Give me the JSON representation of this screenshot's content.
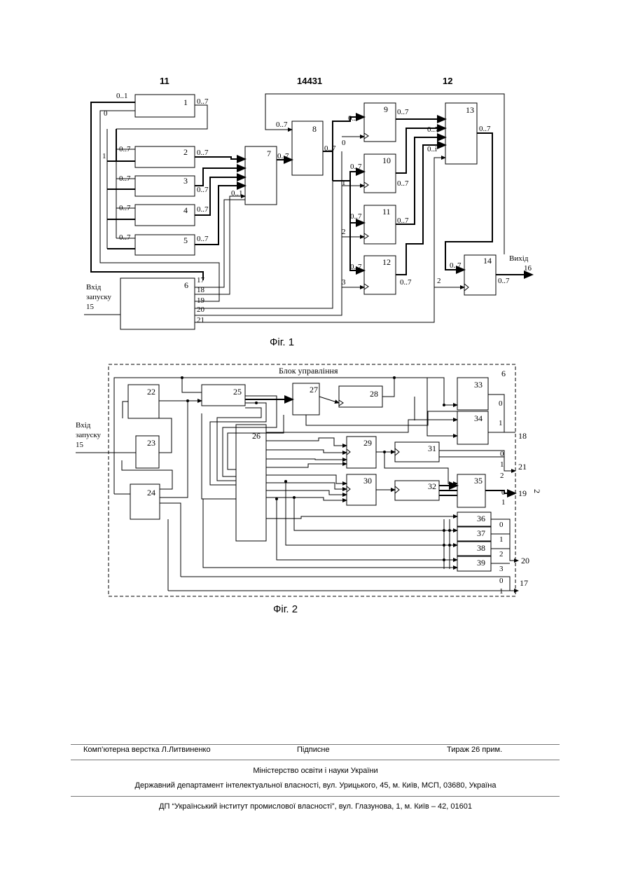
{
  "header": {
    "left": "11",
    "center": "14431",
    "right": "12"
  },
  "fig1": {
    "caption": "Фіг. 1",
    "input_label": [
      "Вхід",
      "запуску",
      "15"
    ],
    "output_label": [
      "Вихід",
      "16"
    ],
    "blocks": {
      "b1": "1",
      "b2": "2",
      "b3": "3",
      "b4": "4",
      "b5": "5",
      "b6": "6",
      "b7": "7",
      "b8": "8",
      "b9": "9",
      "b10": "10",
      "b11": "11",
      "b12": "12",
      "b13": "13",
      "b14": "14"
    },
    "ports": {
      "p17": "17",
      "p18": "18",
      "p19": "19",
      "p20": "20",
      "p21": "21"
    },
    "bus": "0..7",
    "bus01": "0..1",
    "bus0i": "0..i",
    "d0": "0",
    "d1": "1",
    "d2": "2",
    "d3": "3"
  },
  "fig2": {
    "caption": "Фіг. 2",
    "title": "Блок управління",
    "block_num": "6",
    "input_label": [
      "Вхід",
      "запуску",
      "15"
    ],
    "blocks": {
      "b22": "22",
      "b23": "23",
      "b24": "24",
      "b25": "25",
      "b26": "26",
      "b27": "27",
      "b28": "28",
      "b29": "29",
      "b30": "30",
      "b31": "31",
      "b32": "32",
      "b33": "33",
      "b34": "34",
      "b35": "35",
      "b36": "36",
      "b37": "37",
      "b38": "38",
      "b39": "39"
    },
    "outputs": {
      "o18": "18",
      "o21": "21",
      "o19": "19",
      "o20": "20",
      "o17": "17",
      "side": "2"
    },
    "d0": "0",
    "d1": "1",
    "d2": "2",
    "d3": "3"
  },
  "footer": {
    "left": "Комп’ютерна верстка Л.Литвиненко",
    "center": "Підписне",
    "right": "Тираж 26 прим.",
    "ministry": "Міністерство освіти і науки України",
    "department": "Державний департамент інтелектуальної власності, вул. Урицького, 45, м. Київ, МСП, 03680, Україна",
    "institute": "ДП “Український інститут промислової власності”, вул. Глазунова, 1, м. Київ – 42, 01601"
  }
}
